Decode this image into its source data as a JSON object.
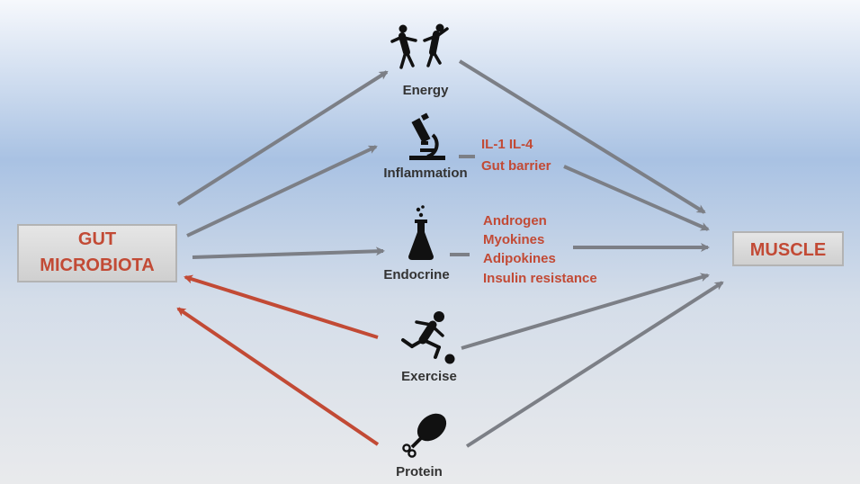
{
  "source_box": {
    "line1": "GUT",
    "line2": "MICROBIOTA"
  },
  "target_box": {
    "label": "MUSCLE"
  },
  "nodes": {
    "energy": {
      "label": "Energy",
      "icon": "people-dancing-icon"
    },
    "inflammation": {
      "label": "Inflammation",
      "icon": "microscope-icon"
    },
    "endocrine": {
      "label": "Endocrine",
      "icon": "flask-icon"
    },
    "exercise": {
      "label": "Exercise",
      "icon": "soccer-player-icon"
    },
    "protein": {
      "label": "Protein",
      "icon": "chicken-leg-icon"
    }
  },
  "inflammation_factors": [
    "IL-1 IL-4",
    "Gut barrier"
  ],
  "endocrine_factors": [
    "Androgen",
    "Myokines",
    "Adipokines",
    "Insulin resistance"
  ],
  "colors": {
    "accent_red": "#c24a35",
    "arrow_gray": "#7c7f86",
    "box_fill": "#d9d9d9",
    "box_border": "#b3b3b3",
    "bg_top": "#f4f7fc",
    "bg_band": "#a9c2e3",
    "bg_bottom": "#e9ebee"
  }
}
